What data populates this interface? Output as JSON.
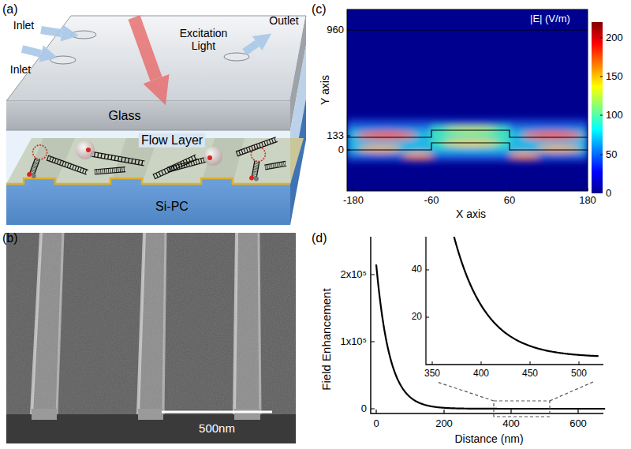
{
  "diagram": {
    "nodes": [
      {
        "text": [
          "Glass"
        ]
      },
      {
        "text": [
          "Flow Layer"
        ]
      },
      {
        "text": [
          "Si-PC"
        ]
      }
    ],
    "labels": [
      "(a)",
      "Inlet",
      "Inlet",
      "Excitation Light",
      "Outlet",
      "(b)",
      "500nm",
      "(c)",
      "|E| (V/m)",
      "960",
      "133",
      "0",
      "Y axis",
      "-180",
      "-60",
      "60",
      "180",
      "X axis",
      "200",
      "150",
      "100",
      "50",
      "0",
      "(d)",
      "Field Enhancement",
      "2x10⁵",
      "1x10⁵",
      "0",
      "0",
      "200",
      "400",
      "600",
      "Distance (nm)",
      "40",
      "20",
      "350",
      "400",
      "450",
      "500"
    ]
  }
}
